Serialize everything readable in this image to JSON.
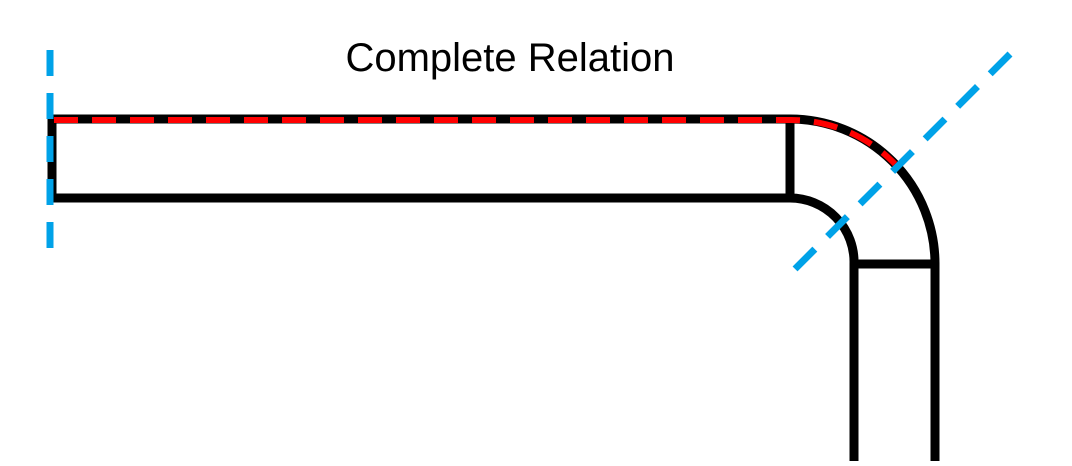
{
  "title": "Complete Relation",
  "colors": {
    "outline": "#000000",
    "cut_lines": "#00a2e8",
    "relation_path": "#ff0000",
    "background": "#ffffff"
  },
  "elements": {
    "straight_segment": "horizontal-rectangle",
    "corner_segment": "quarter-ring",
    "vertical_segment": "vertical-strip",
    "cut_lines": [
      "vertical-dashed-line",
      "diagonal-dashed-line"
    ],
    "relation_path": "dashed-top-edge"
  }
}
